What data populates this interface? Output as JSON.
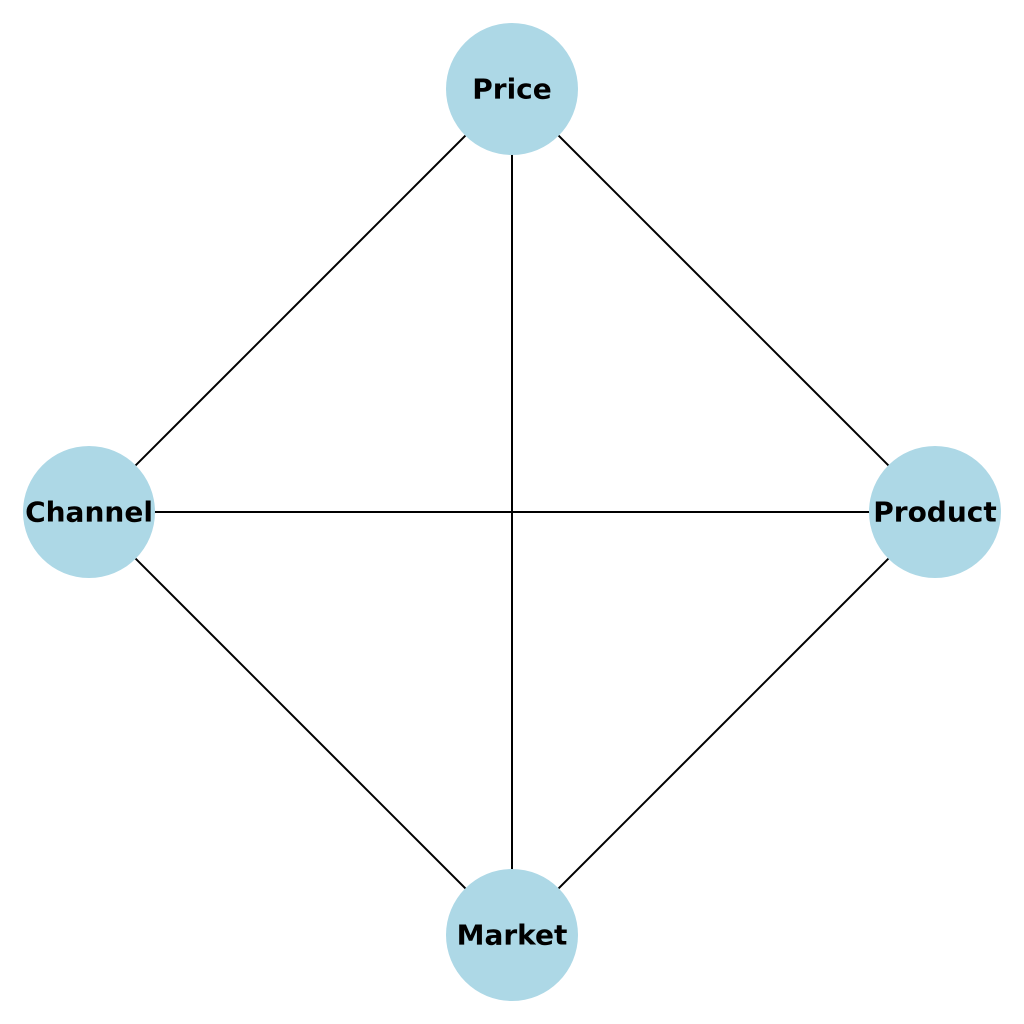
{
  "diagram": {
    "node_color": "#add8e6",
    "edge_color": "#000000",
    "nodes": [
      {
        "id": "price",
        "label": "Price"
      },
      {
        "id": "channel",
        "label": "Channel"
      },
      {
        "id": "product",
        "label": "Product"
      },
      {
        "id": "market",
        "label": "Market"
      }
    ],
    "edges": [
      {
        "from": "price",
        "to": "channel"
      },
      {
        "from": "price",
        "to": "product"
      },
      {
        "from": "price",
        "to": "market"
      },
      {
        "from": "channel",
        "to": "product"
      },
      {
        "from": "channel",
        "to": "market"
      },
      {
        "from": "product",
        "to": "market"
      }
    ]
  }
}
